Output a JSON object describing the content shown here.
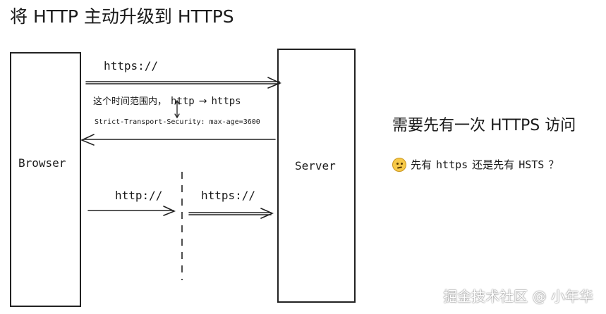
{
  "title": "将 HTTP 主动升级到 HTTPS",
  "browser_label": "Browser",
  "server_label": "Server",
  "request_https": "https://",
  "window_note_prefix": "这个时间范围内，",
  "window_note_from": "http",
  "window_note_arrow": "→",
  "window_note_to": "https",
  "hsts_header": "Strict-Transport-Security: max-age=3600",
  "lower_http": "http://",
  "lower_https": "https://",
  "note_main": "需要先有一次  HTTPS  访问",
  "note_question_prefix": "先有",
  "note_question_https": "https",
  "note_question_mid": "还是先有",
  "note_question_hsts": "HSTS",
  "note_question_mark": "？",
  "watermark": "掘金技术社区 @ 小年华",
  "icons": {
    "thinking": "thinking-face-icon"
  },
  "colors": {
    "ink": "#222222",
    "background": "#ffffff"
  }
}
